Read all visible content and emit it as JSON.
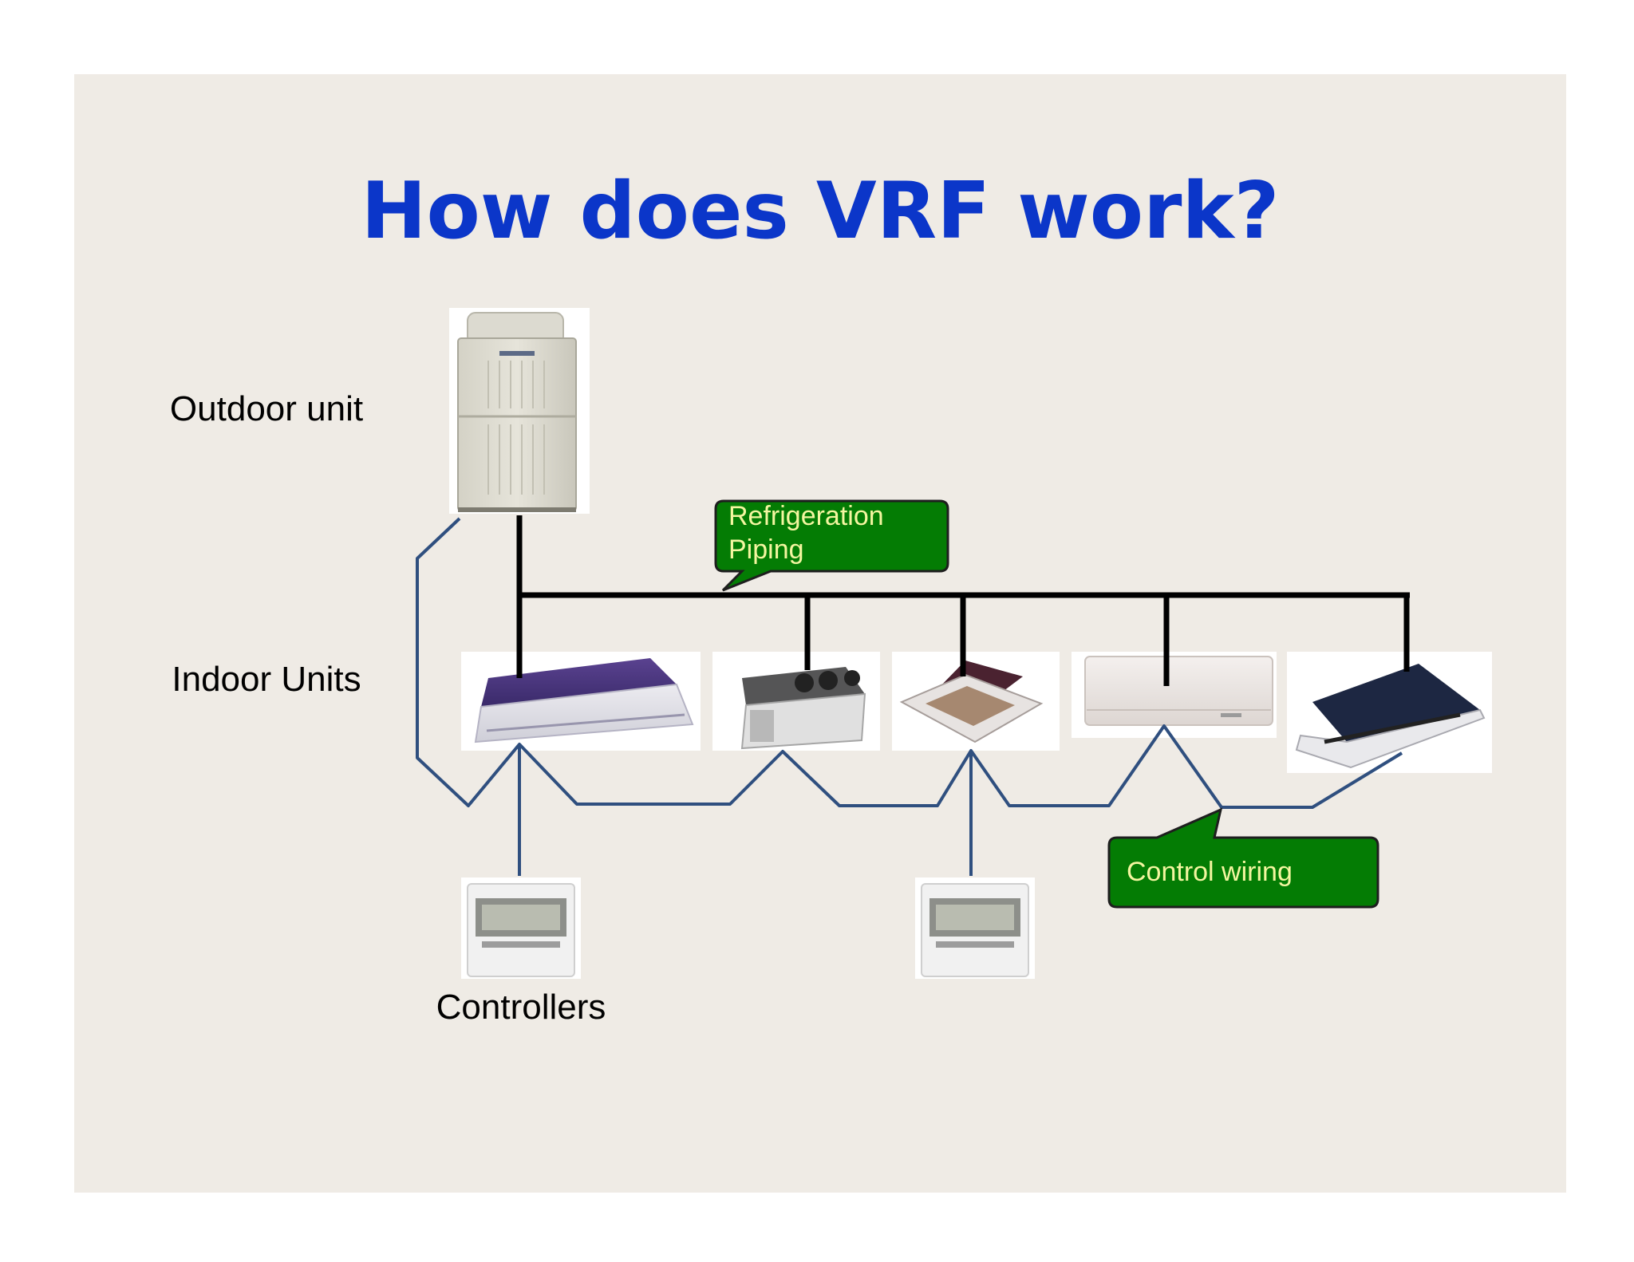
{
  "slide": {
    "title": "How does VRF work?",
    "labels": {
      "outdoor_unit": "Outdoor unit",
      "indoor_units": "Indoor Units",
      "controllers": "Controllers"
    },
    "callouts": {
      "refrigeration_line1": "Refrigeration",
      "refrigeration_line2": "Piping",
      "control_wiring": "Control wiring"
    }
  },
  "colors": {
    "slide_background": "#efebe5",
    "title": "#0b36c9",
    "callout_fill": "#047c04",
    "callout_text": "#f4f6a0",
    "piping": "#000000",
    "wiring": "#2f4f7f"
  },
  "icons": {
    "outdoor_unit": "outdoor-condenser-icon",
    "indoor_units": [
      "ceiling-cassette-1way-icon",
      "ducted-unit-icon",
      "ceiling-cassette-4way-icon",
      "wall-mounted-unit-icon",
      "ceiling-cassette-2way-icon"
    ],
    "controllers": [
      "wall-controller-icon",
      "wall-controller-icon"
    ]
  }
}
